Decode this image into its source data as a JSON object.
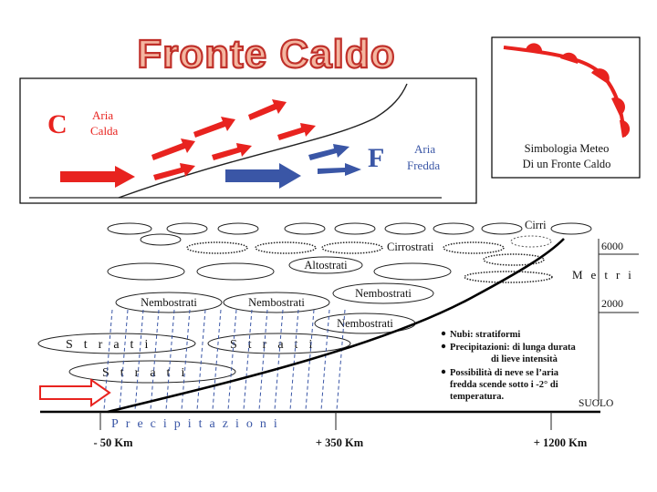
{
  "title": "Fronte Caldo",
  "top_panel": {
    "warm_letter": "C",
    "warm_label_1": "Aria",
    "warm_label_2": "Calda",
    "cold_letter": "F",
    "cold_label_1": "Aria",
    "cold_label_2": "Fredda"
  },
  "symbol_panel": {
    "caption_1": "Simbologia Meteo",
    "caption_2": "Di un Fronte Caldo"
  },
  "clouds": {
    "cirri": "Cirri",
    "cirrostrati": "Cirrostrati",
    "altostrati": "Altostrati",
    "nembostrati": "Nembostrati",
    "strati": "Strati"
  },
  "notes": {
    "line_1": "Nubi: stratiformi",
    "line_2": "Precipitazioni: di lunga durata",
    "line_3": "di lieve intensità",
    "line_4": "Possibilità di neve se l’aria",
    "line_5": "fredda scende sotto i -2° di",
    "line_6": "temperatura."
  },
  "axis": {
    "ground": "SUOLO",
    "precipitation": "Precipitazioni",
    "height_unit": "Metri",
    "height_high": "6000",
    "height_low": "2000",
    "distances": [
      "- 50 Km",
      "+ 350 Km",
      "+ 1200 Km"
    ]
  },
  "colors": {
    "warm": "#e8231f",
    "cold": "#3a56a6",
    "rain": "#3a56a6"
  }
}
